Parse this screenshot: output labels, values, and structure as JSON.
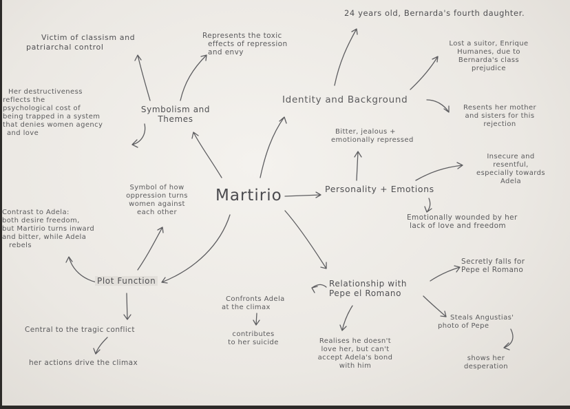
{
  "center": "Martirio",
  "branches": {
    "identity": {
      "label": "Identity and Background",
      "age_note": "24 years old, Bernarda's fourth daughter.",
      "suitor": [
        "Lost a suitor, Enrique",
        "Humanes, due to",
        "Bernarda's class",
        "prejudice"
      ],
      "resents": [
        "Resents her mother",
        "and sisters for this",
        "rejection"
      ]
    },
    "symbolism": {
      "label": [
        "Symbolism and",
        "Themes"
      ],
      "victim": [
        "Victim of classism and",
        "patriarchal control"
      ],
      "toxic": [
        "Represents the toxic",
        "effects of repression",
        "and envy"
      ],
      "destructive": [
        "Her destructiveness",
        "reflects the",
        "psychological cost of",
        "being trapped in a system",
        "that denies women agency",
        "and love"
      ]
    },
    "personality": {
      "label": "Personality + Emotions",
      "bitter": [
        "Bitter, jealous +",
        "emotionally repressed"
      ],
      "insecure": [
        "Insecure and",
        "resentful,",
        "especially towards",
        "Adela"
      ],
      "wounded": [
        "Emotionally wounded by her",
        "lack of love and freedom"
      ]
    },
    "relationship": {
      "label": [
        "Relationship with",
        "Pepe el Romano"
      ],
      "secretly": [
        "Secretly falls for",
        "Pepe el Romano"
      ],
      "steals": [
        "Steals Angustias'",
        "photo of Pepe"
      ],
      "desperation": [
        "shows her",
        "desperation"
      ],
      "realises": [
        "Realises he doesn't",
        "love her, but can't",
        "accept Adela's bond",
        "with him"
      ],
      "confronts": [
        "Confronts Adela",
        "at the climax"
      ],
      "contributes": [
        "contributes",
        "to her suicide"
      ]
    },
    "plot": {
      "label": "Plot Function",
      "symbol": [
        "Symbol of how",
        "oppression turns",
        "women against",
        "each other"
      ],
      "contrast": [
        "Contrast to Adela:",
        "both desire freedom,",
        "but Martirio turns inward",
        "and bitter, while Adela",
        "rebels"
      ],
      "central": "Central to the tragic conflict",
      "actions": "her actions drive the climax"
    }
  }
}
